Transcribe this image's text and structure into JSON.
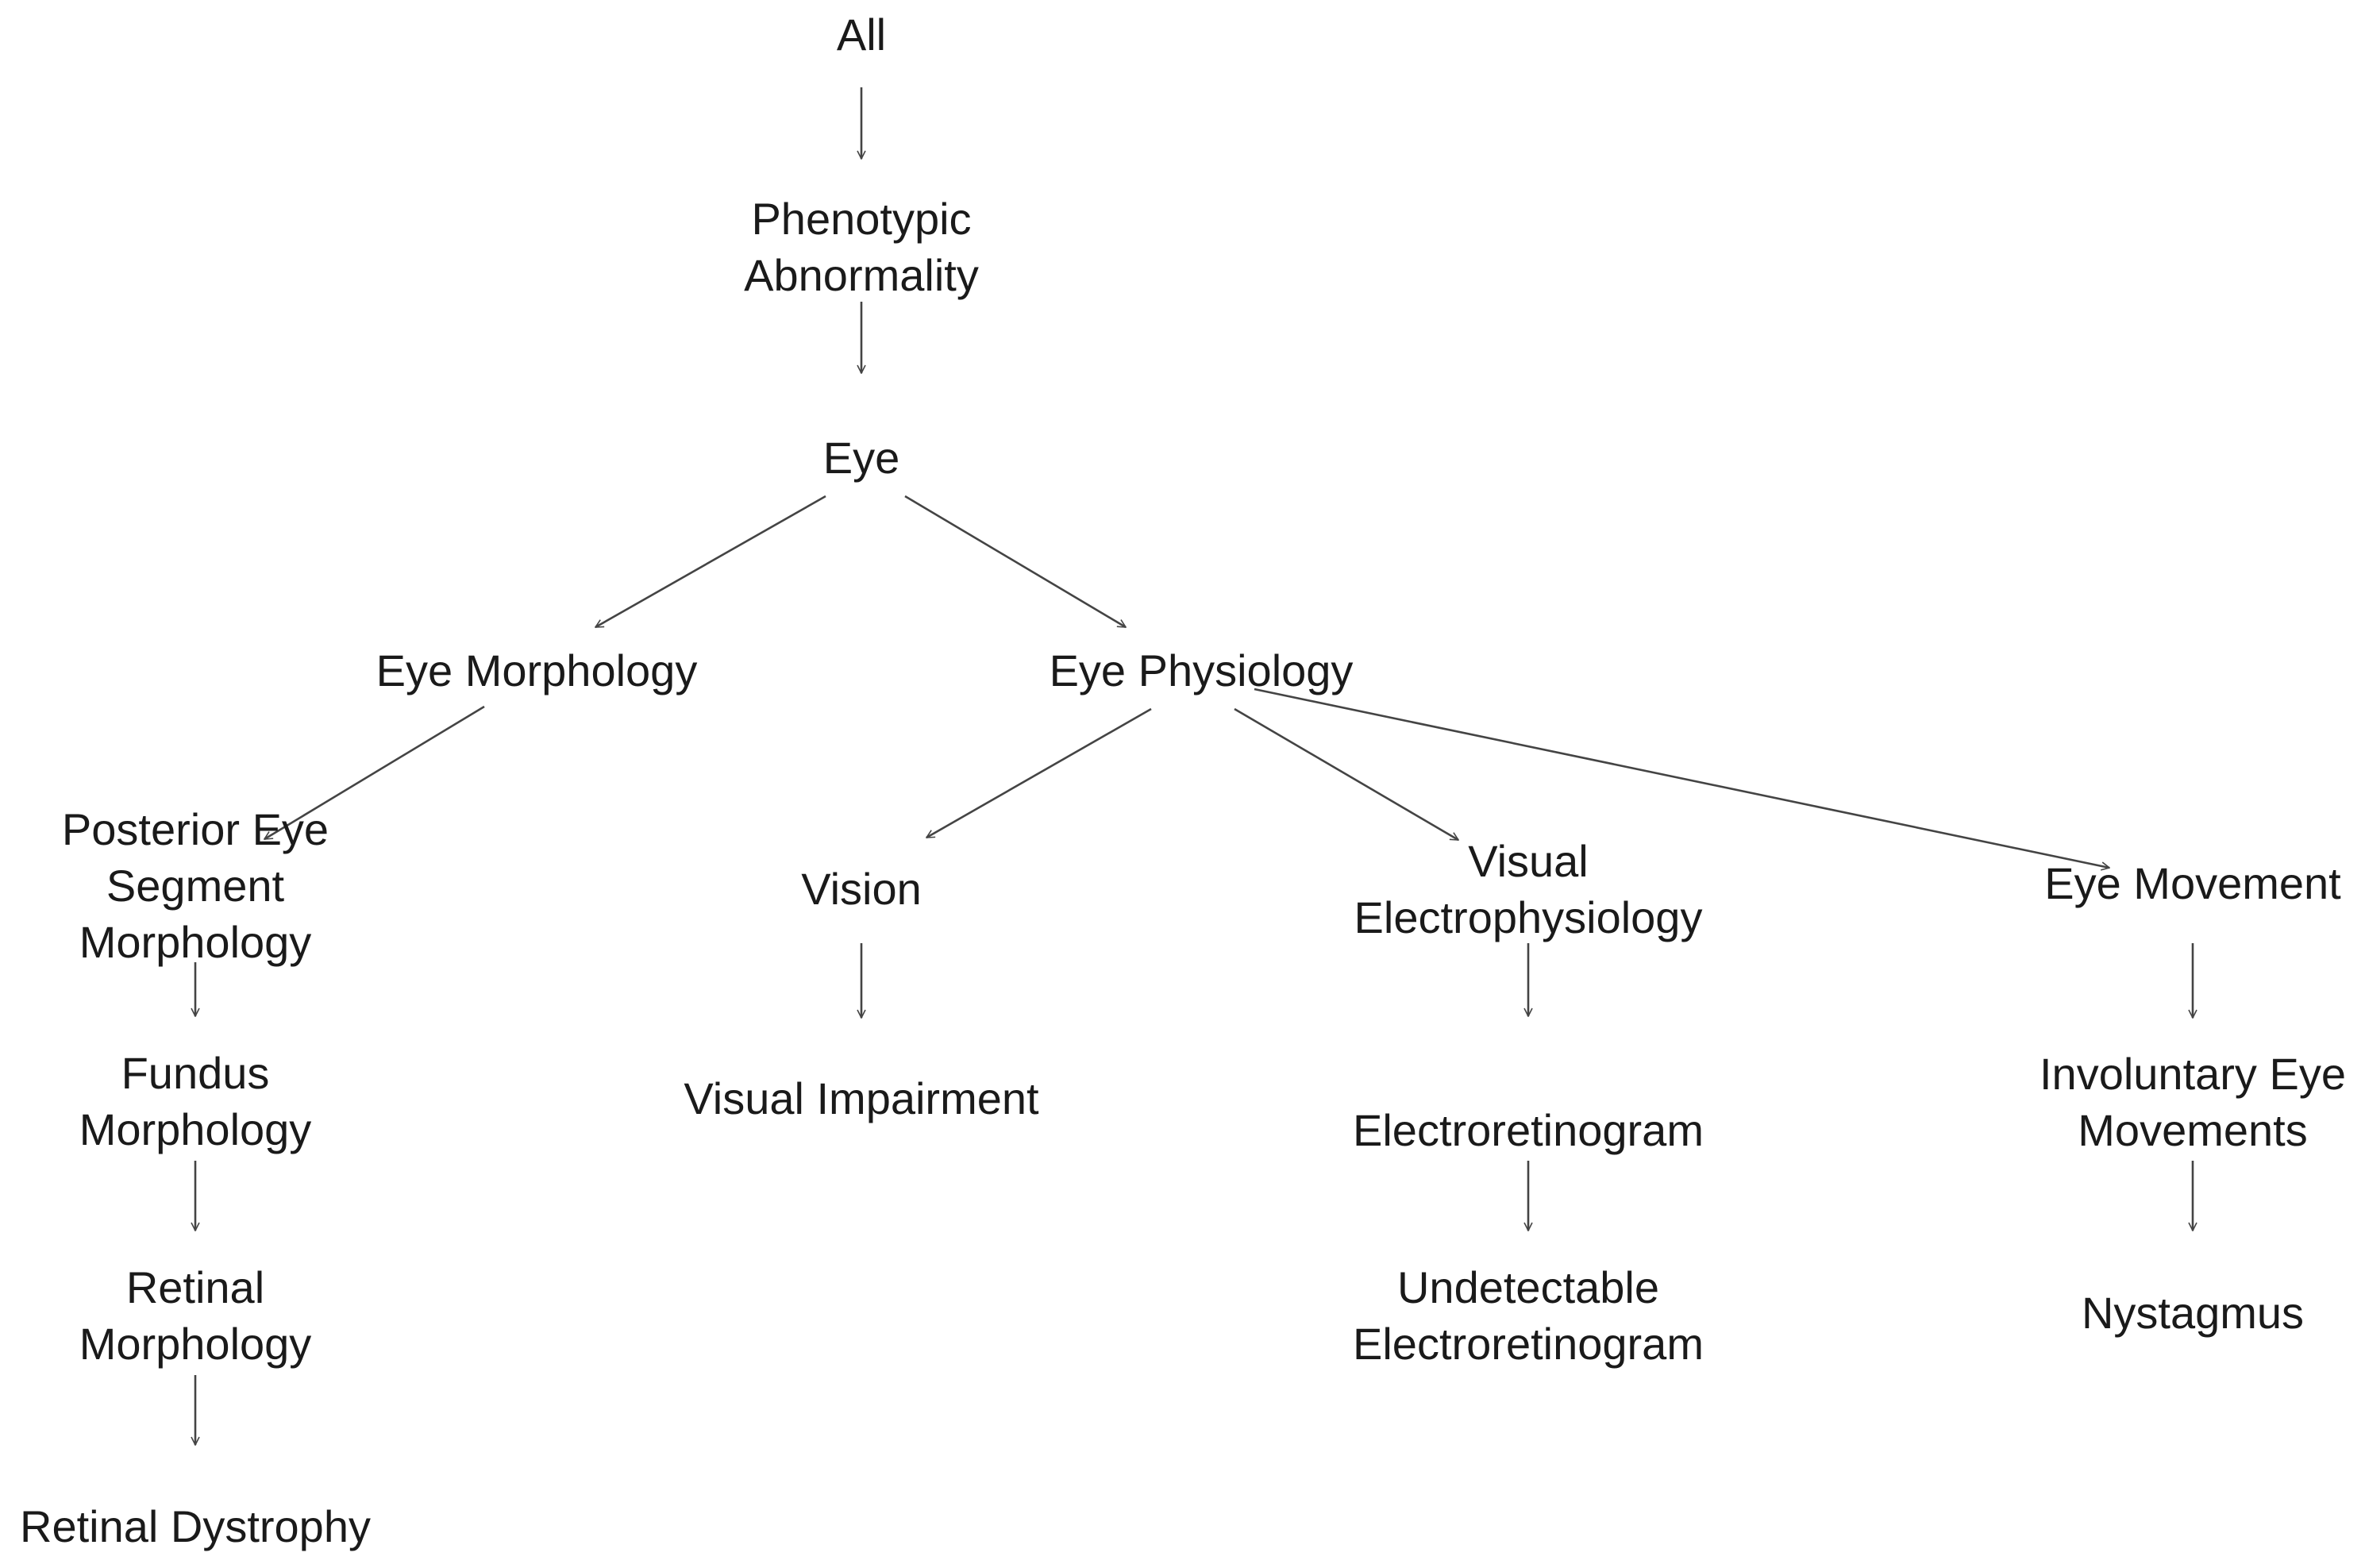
{
  "nodes": [
    {
      "id": "all",
      "lines": [
        "All"
      ]
    },
    {
      "id": "phenotypic-abnormality",
      "lines": [
        "Phenotypic",
        "Abnormality"
      ]
    },
    {
      "id": "eye",
      "lines": [
        "Eye"
      ]
    },
    {
      "id": "eye-morphology",
      "lines": [
        "Eye Morphology"
      ]
    },
    {
      "id": "eye-physiology",
      "lines": [
        "Eye Physiology"
      ]
    },
    {
      "id": "posterior-eye-segment-morphology",
      "lines": [
        "Posterior Eye",
        "Segment",
        "Morphology"
      ]
    },
    {
      "id": "vision",
      "lines": [
        "Vision"
      ]
    },
    {
      "id": "visual-electrophysiology",
      "lines": [
        "Visual",
        "Electrophysiology"
      ]
    },
    {
      "id": "eye-movement",
      "lines": [
        "Eye Movement"
      ]
    },
    {
      "id": "fundus-morphology",
      "lines": [
        "Fundus",
        "Morphology"
      ]
    },
    {
      "id": "visual-impairment",
      "lines": [
        "Visual Impairment"
      ]
    },
    {
      "id": "electroretinogram",
      "lines": [
        "Electroretinogram"
      ]
    },
    {
      "id": "involuntary-eye-movements",
      "lines": [
        "Involuntary Eye",
        "Movements"
      ]
    },
    {
      "id": "retinal-morphology",
      "lines": [
        "Retinal",
        "Morphology"
      ]
    },
    {
      "id": "undetectable-electroretinogram",
      "lines": [
        "Undetectable",
        "Electroretinogram"
      ]
    },
    {
      "id": "nystagmus",
      "lines": [
        "Nystagmus"
      ]
    },
    {
      "id": "retinal-dystrophy",
      "lines": [
        "Retinal Dystrophy"
      ]
    }
  ],
  "edges": [
    {
      "from": "all",
      "to": "phenotypic-abnormality"
    },
    {
      "from": "phenotypic-abnormality",
      "to": "eye"
    },
    {
      "from": "eye",
      "to": "eye-morphology"
    },
    {
      "from": "eye",
      "to": "eye-physiology"
    },
    {
      "from": "eye-morphology",
      "to": "posterior-eye-segment-morphology"
    },
    {
      "from": "eye-physiology",
      "to": "vision"
    },
    {
      "from": "eye-physiology",
      "to": "visual-electrophysiology"
    },
    {
      "from": "eye-physiology",
      "to": "eye-movement"
    },
    {
      "from": "posterior-eye-segment-morphology",
      "to": "fundus-morphology"
    },
    {
      "from": "fundus-morphology",
      "to": "retinal-morphology"
    },
    {
      "from": "retinal-morphology",
      "to": "retinal-dystrophy"
    },
    {
      "from": "vision",
      "to": "visual-impairment"
    },
    {
      "from": "visual-electrophysiology",
      "to": "electroretinogram"
    },
    {
      "from": "electroretinogram",
      "to": "undetectable-electroretinogram"
    },
    {
      "from": "eye-movement",
      "to": "involuntary-eye-movements"
    },
    {
      "from": "involuntary-eye-movements",
      "to": "nystagmus"
    }
  ]
}
